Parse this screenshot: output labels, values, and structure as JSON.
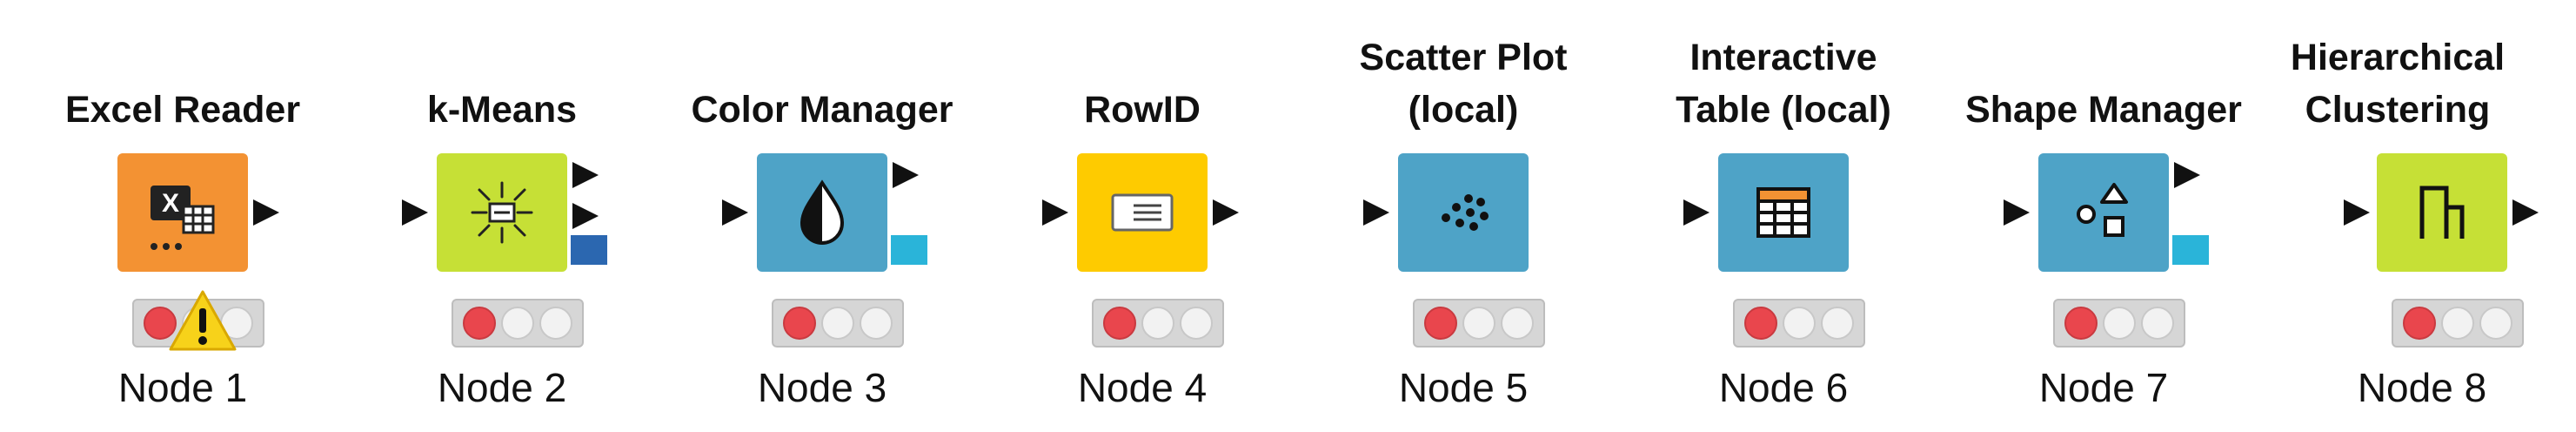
{
  "workflow": {
    "nodes": [
      {
        "title_lines": [
          "Excel Reader"
        ],
        "label": "Node 1",
        "color": "#f39233",
        "icon": "excel-reader-icon",
        "status": "configured-with-warning"
      },
      {
        "title_lines": [
          "k-Means"
        ],
        "label": "Node 2",
        "color": "#c6e036",
        "icon": "k-means-icon",
        "status": "not-configured"
      },
      {
        "title_lines": [
          "Color Manager"
        ],
        "label": "Node 3",
        "color": "#4ea3c7",
        "icon": "color-manager-icon",
        "status": "not-configured"
      },
      {
        "title_lines": [
          "RowID"
        ],
        "label": "Node 4",
        "color": "#fecb00",
        "icon": "rowid-icon",
        "status": "not-configured"
      },
      {
        "title_lines": [
          "Scatter Plot",
          "(local)"
        ],
        "label": "Node 5",
        "color": "#4ea3c7",
        "icon": "scatter-plot-icon",
        "status": "not-configured"
      },
      {
        "title_lines": [
          "Interactive",
          "Table (local)"
        ],
        "label": "Node 6",
        "color": "#4ea3c7",
        "icon": "interactive-table-icon",
        "status": "not-configured"
      },
      {
        "title_lines": [
          "Shape Manager"
        ],
        "label": "Node 7",
        "color": "#4ea3c7",
        "icon": "shape-manager-icon",
        "status": "not-configured"
      },
      {
        "title_lines": [
          "Hierarchical",
          "Clustering"
        ],
        "label": "Node 8",
        "color": "#c6e036",
        "icon": "hierarchical-clustering-icon",
        "status": "not-configured"
      }
    ],
    "colors": {
      "model_port": "#2b67b0",
      "color_port": "#2ab4d9",
      "status_red": "#e9464d",
      "warning": "#f7d21a"
    }
  }
}
